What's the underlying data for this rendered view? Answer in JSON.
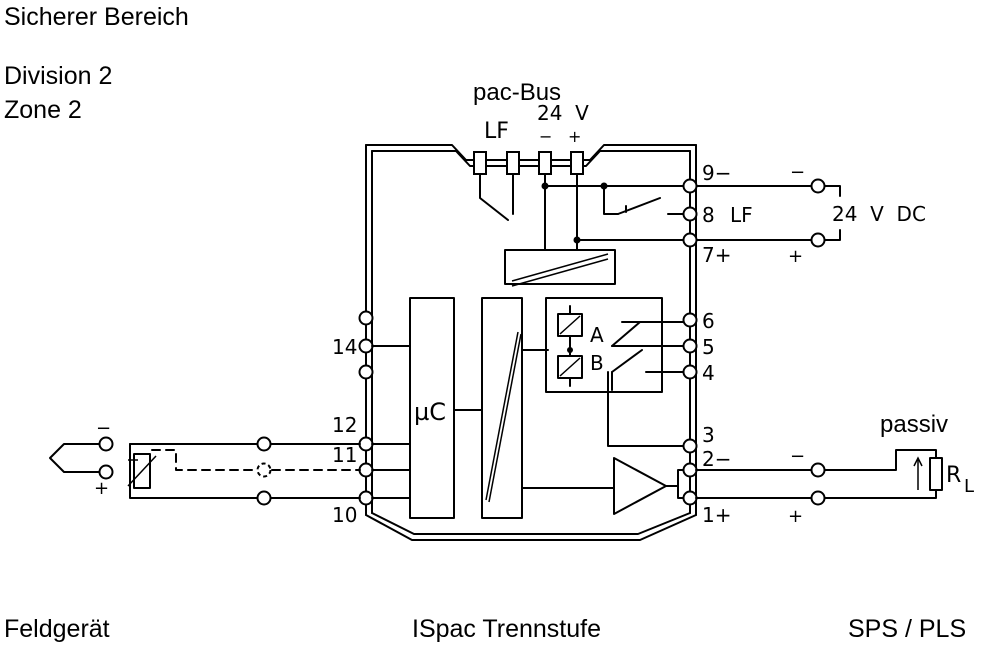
{
  "corner_labels": {
    "safe_area": "Sicherer Bereich",
    "division": "Division 2",
    "zone": "Zone 2",
    "field_device": "Feldgerät",
    "isolator": "ISpac Trennstufe",
    "plc": "SPS / PLS"
  },
  "bus": {
    "title": "pac-Bus",
    "lf": "LF",
    "voltage": "24  V",
    "minus": "−",
    "plus": "+"
  },
  "terminals": {
    "t9": "9−",
    "t8": "8",
    "t7": "7+",
    "t6": "6",
    "t5": "5",
    "t4": "4",
    "t3": "3",
    "t2": "2−",
    "t1": "1+",
    "t14": "14",
    "t12": "12",
    "t11": "11",
    "t10": "10"
  },
  "supply": {
    "lf": "LF",
    "voltage": "24  V  DC",
    "minus": "−",
    "plus": "+"
  },
  "blocks": {
    "microcontroller": "µC",
    "relay_a": "A",
    "relay_b": "B"
  },
  "field": {
    "minus": "−",
    "plus": "+"
  },
  "output": {
    "mode": "passiv",
    "load": "R",
    "load_sub": "L",
    "minus": "−",
    "plus": "+"
  }
}
